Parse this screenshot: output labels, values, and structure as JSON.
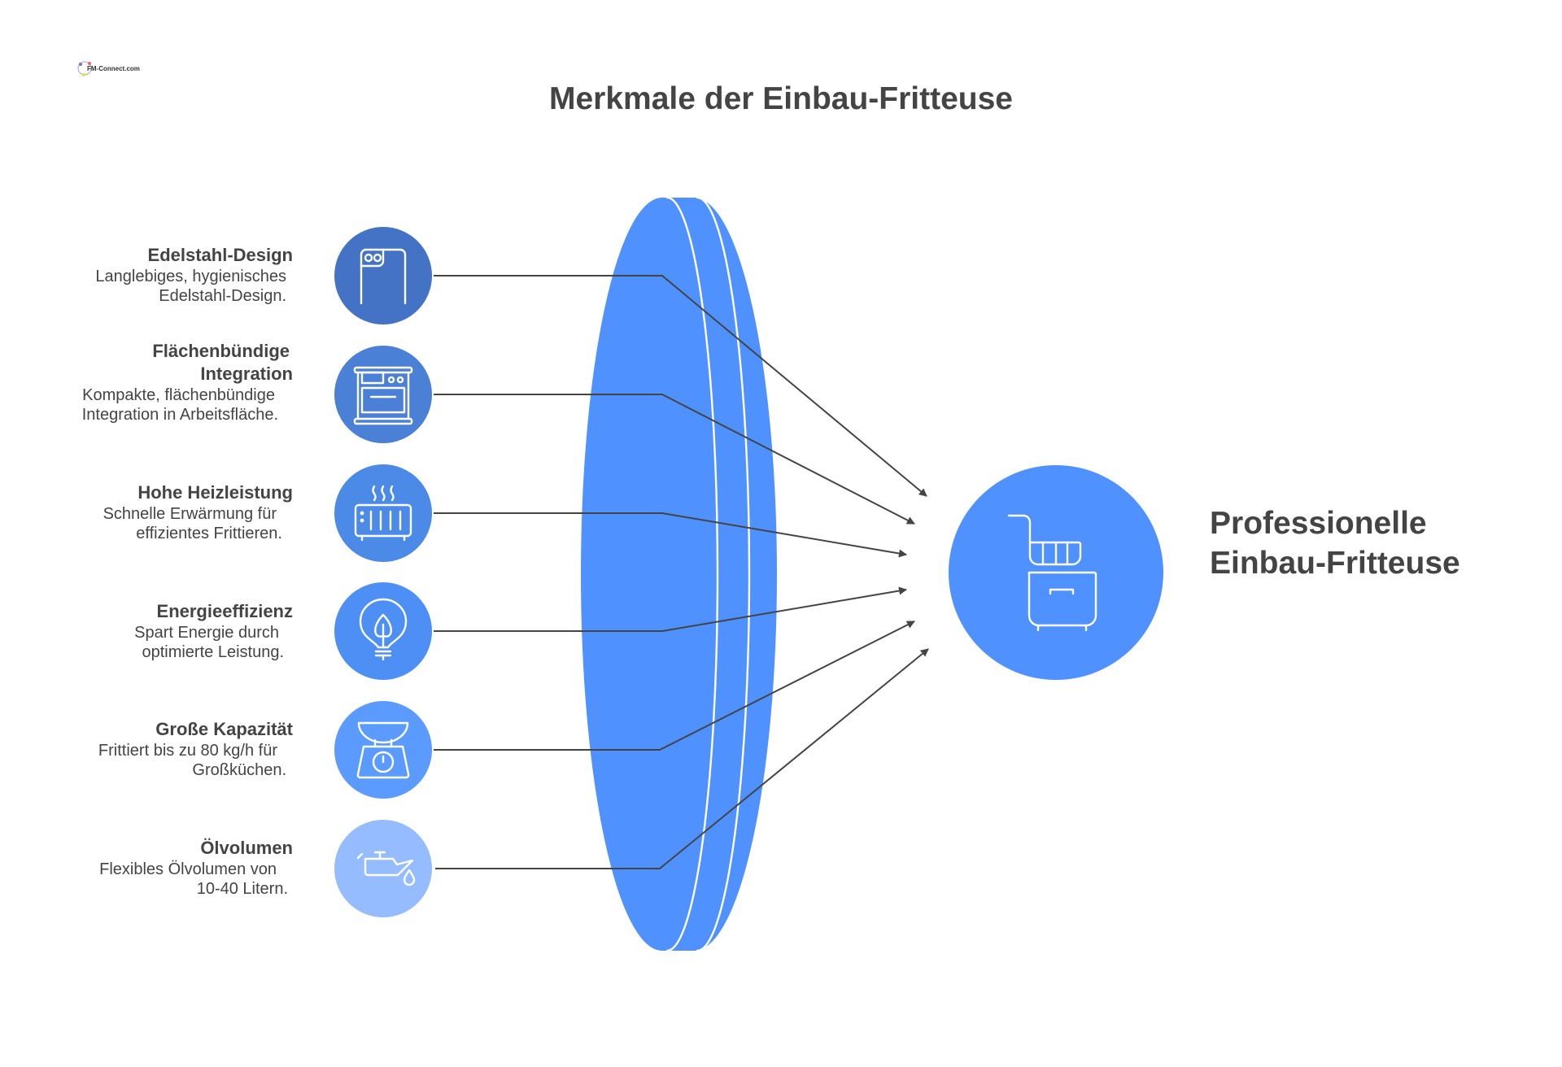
{
  "logo": {
    "text": "FM-Connect.com"
  },
  "title": "Merkmale der Einbau-Fritteuse",
  "colors": {
    "lens": "#4F91FF",
    "result": "#4F91FF",
    "text": "#444444",
    "items": [
      "#4472C4",
      "#4A80D6",
      "#4C8AE8",
      "#4D8FF5",
      "#5B9BFF",
      "#94BCFF"
    ]
  },
  "items": [
    {
      "title": [
        "Edelstahl-Design"
      ],
      "desc": [
        "Langlebiges, hygienisches",
        "Edelstahl-Design."
      ],
      "icon": "stainless-panel-icon"
    },
    {
      "title": [
        "Flächenbündige",
        "Integration"
      ],
      "desc": [
        "Kompakte, flächenbündige",
        "Integration in Arbeitsfläche."
      ],
      "icon": "oven-icon"
    },
    {
      "title": [
        "Hohe Heizleistung"
      ],
      "desc": [
        "Schnelle Erwärmung für",
        "effizientes Frittieren."
      ],
      "icon": "heater-icon"
    },
    {
      "title": [
        "Energieeffizienz"
      ],
      "desc": [
        "Spart Energie durch",
        "optimierte Leistung."
      ],
      "icon": "eco-bulb-icon"
    },
    {
      "title": [
        "Große Kapazität"
      ],
      "desc": [
        "Frittiert bis zu 80 kg/h für",
        "Großküchen."
      ],
      "icon": "scale-icon"
    },
    {
      "title": [
        "Ölvolumen"
      ],
      "desc": [
        "Flexibles Ölvolumen von",
        "10-40 Litern."
      ],
      "icon": "oil-can-icon"
    }
  ],
  "result": {
    "lines": [
      "Professionelle",
      "Einbau-Fritteuse"
    ],
    "icon": "fryer-icon"
  }
}
